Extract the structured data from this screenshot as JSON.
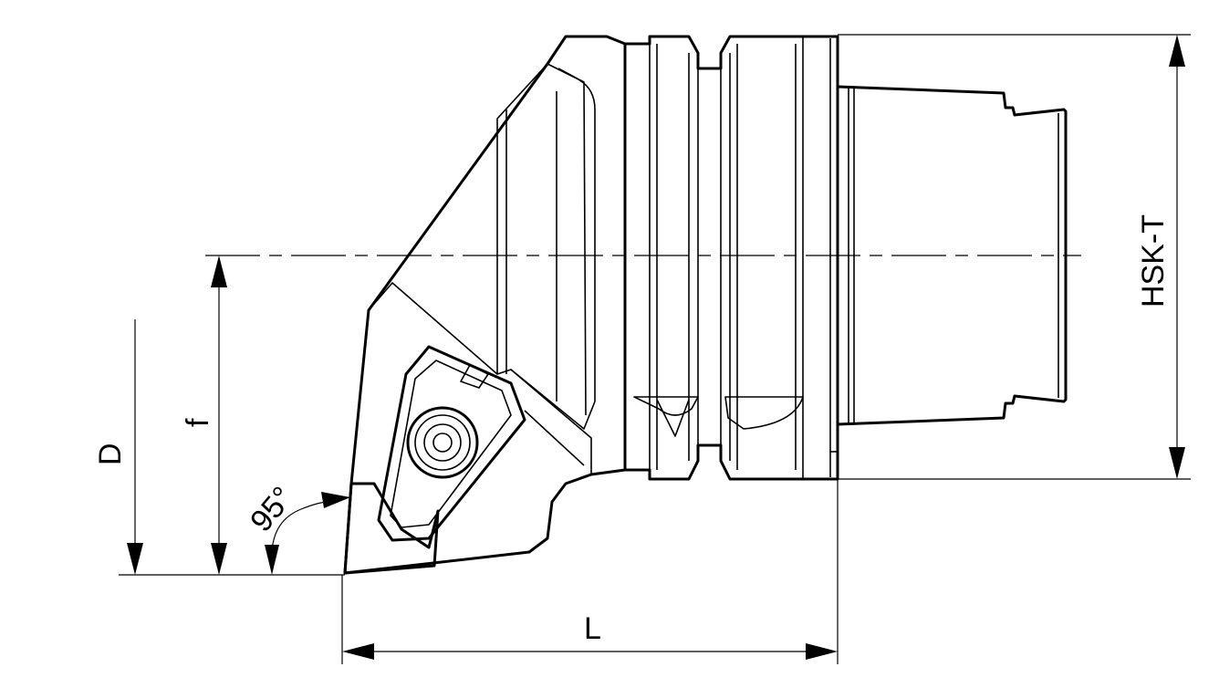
{
  "labels": {
    "length": "L",
    "diameter": "D",
    "offset": "f",
    "shank": "HSK-T",
    "angle": "95°"
  },
  "colors": {
    "line": "#000000",
    "background": "#ffffff"
  }
}
